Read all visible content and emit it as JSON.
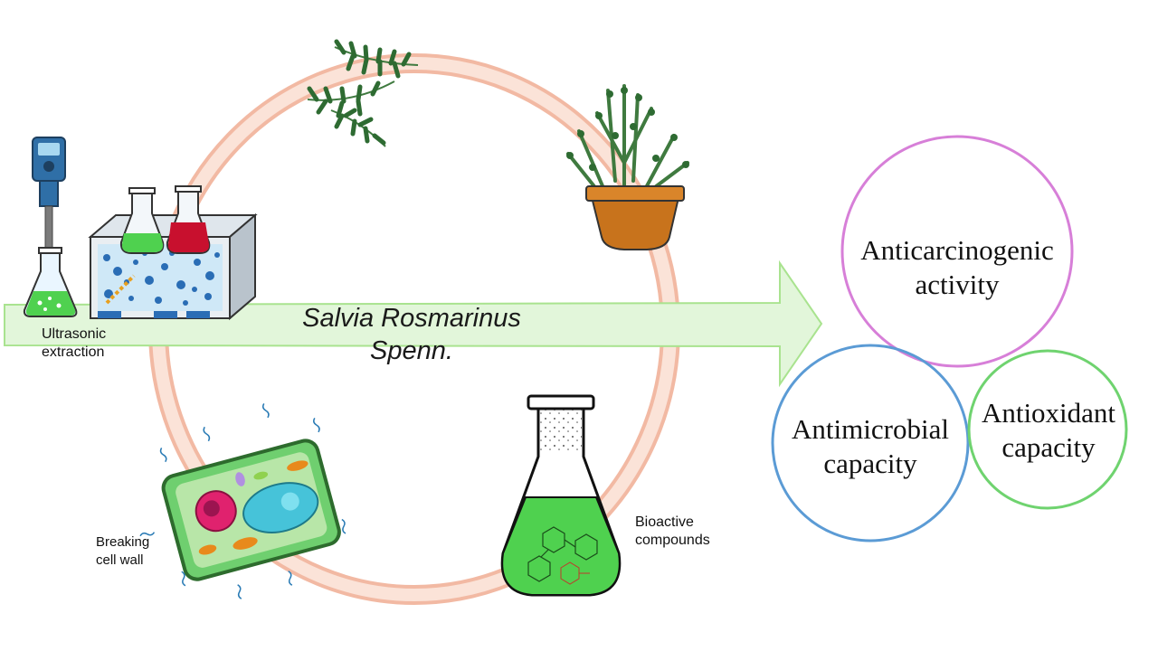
{
  "main_title": {
    "line1": "Salvia Rosmarinus",
    "line2": "Spenn."
  },
  "labels": {
    "ultrasonic": {
      "line1": "Ultrasonic",
      "line2": "extraction"
    },
    "cell_wall": {
      "line1": "Breaking",
      "line2": "cell wall"
    },
    "bioactive": {
      "line1": "Bioactive",
      "line2": "compounds"
    }
  },
  "activities": {
    "anticarcinogenic": {
      "line1": "Anticarcinogenic",
      "line2": "activity",
      "color": "#d77fd8"
    },
    "antimicrobial": {
      "line1": "Antimicrobial",
      "line2": "capacity",
      "color": "#5b9bd5"
    },
    "antioxidant": {
      "line1": "Antioxidant",
      "line2": "capacity",
      "color": "#6fd36f"
    }
  },
  "colors": {
    "arrow_fill": "#e2f6da",
    "arrow_stroke": "#a9e38f",
    "cycle_ring": "#f7c9b5",
    "liquid_green": "#4fd14f",
    "liquid_red": "#c8102e",
    "pot": "#c8731c",
    "bath_water": "#cfe8f7"
  },
  "icons": [
    "ultrasonic-probe-icon",
    "ultrasonic-bath-icon",
    "rosemary-sprig-icon",
    "potted-rosemary-icon",
    "plant-cell-icon",
    "erlenmeyer-flask-icon"
  ]
}
